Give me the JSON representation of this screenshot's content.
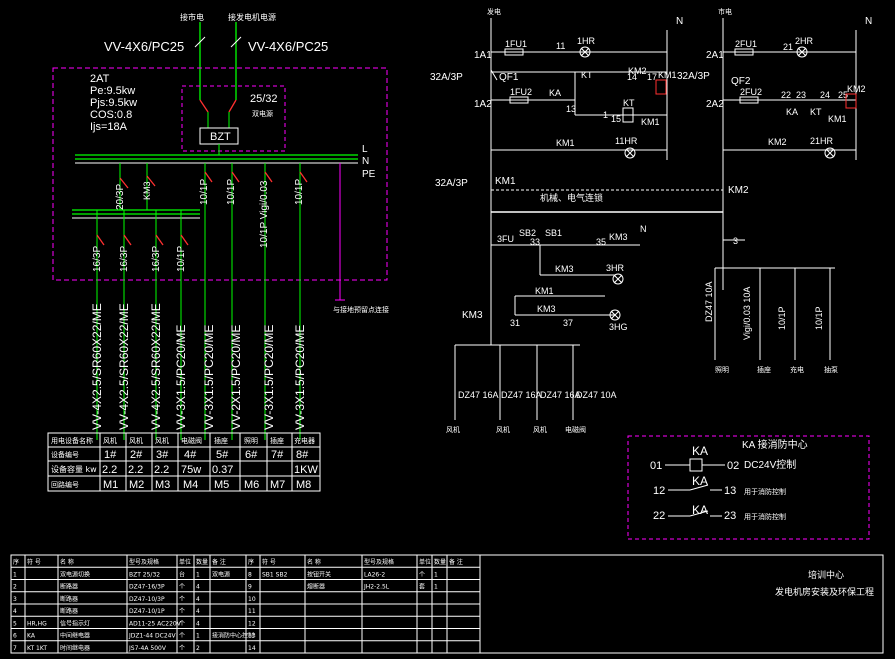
{
  "left_panel": {
    "cable_top_1": "VV-4X6/PC25",
    "cable_top_2": "VV-4X6/PC25",
    "src_label_1": "接市电",
    "src_label_2": "接发电机电源",
    "cabinet_name": "2AT",
    "pe": "Pe:9.5kw",
    "pjs": "Pjs:9.5kw",
    "cos": "COS:0.8",
    "ijs": "Ijs=18A",
    "ats_rating": "25/32",
    "ats_note": "双电源",
    "bzt": "BZT",
    "bus_labels": [
      "L",
      "N",
      "PE"
    ],
    "main_breaker": "20/3P",
    "km3": "KM3",
    "mid_breakers": [
      "10/1P",
      "10/1P",
      "10/1P Vigi/0.03",
      "10/1P"
    ],
    "low_breakers": [
      "16/3P",
      "16/3P",
      "16/3P",
      "10/1P"
    ],
    "ground_note": "与接地预留点连接",
    "cables": [
      "VV-4X2.5/SR60X22/ME",
      "VV-4X2.5/SR60X22/ME",
      "VV-4X2.5/SR60X22/ME",
      "VV-3X1.5/PC20/ME",
      "VV-3X1.5/PC20/ME",
      "VV-2X1.5/PC20/ME",
      "VV-3X1.5/PC20/ME",
      "VV-3X1.5/PC20/ME"
    ],
    "table": {
      "row_headers": [
        "用电设备名称",
        "设备编号",
        "设备容量 kw",
        "回路编号"
      ],
      "names": [
        "风机",
        "风机",
        "风机",
        "电磁阀",
        "插座",
        "照明",
        "插座",
        "充电器"
      ],
      "ids": [
        "1#",
        "2#",
        "3#",
        "4#",
        "5#",
        "6#",
        "7#",
        "8#"
      ],
      "capacity": [
        "2.2",
        "2.2",
        "2.2",
        "75w",
        "0.37",
        "",
        "",
        "1KW"
      ],
      "circuits": [
        "M1",
        "M2",
        "M3",
        "M4",
        "M5",
        "M6",
        "M7",
        "M8"
      ]
    }
  },
  "right_panel": {
    "src_1": "发电",
    "src_2": "市电",
    "n": "N",
    "labels_left": [
      "1A1",
      "1A2",
      "32A/3P",
      "QF1"
    ],
    "labels_right": [
      "2A1",
      "2A2",
      "32A/3P",
      "QF2"
    ],
    "fu": [
      "1FU1",
      "1FU2",
      "2FU1",
      "2FU2"
    ],
    "hr": [
      "1HR",
      "2HR",
      "11HR",
      "21HR",
      "3HR"
    ],
    "km": [
      "KM1",
      "KM2",
      "KM3"
    ],
    "kt": "KT",
    "ka": "KA",
    "nums_left": [
      "11",
      "13",
      "14",
      "17",
      "1",
      "15"
    ],
    "nums_right": [
      "21",
      "22",
      "23",
      "24",
      "25"
    ],
    "breaker_32": "32A/3P",
    "interlock": "机械、电气连锁",
    "ctrl": [
      "3FU",
      "SB2",
      "SB1",
      "33",
      "35",
      "31",
      "37",
      "3HG"
    ],
    "motors": [
      "DZ47 16A",
      "DZ47 16A",
      "DZ47 16A",
      "DZ47 10A"
    ],
    "motor_labels": [
      "风机",
      "风机",
      "风机",
      "电磁阀"
    ],
    "aux": [
      "DZ47 10A",
      "Vigi/0.03 10A",
      "10/1P",
      "10/1P"
    ],
    "aux_labels": [
      "照明",
      "插座",
      "充电",
      "抽泵"
    ],
    "ka_box": {
      "title": "KA 接消防中心",
      "line1_left": "01",
      "line1_right": "02",
      "line1_note": "DC24V控制",
      "line2_left": "12",
      "line2_right": "13",
      "line2_note": "用于消防控制",
      "line3_left": "22",
      "line3_right": "23",
      "line3_note": "用于消防控制",
      "coil": "KA"
    }
  },
  "bom": {
    "headers": [
      "序",
      "符 号",
      "名 称",
      "型号及规格",
      "单位",
      "数量",
      "备 注"
    ],
    "headers2": [
      "序",
      "符 号",
      "名 称",
      "型号及规格",
      "单位",
      "数量",
      "备 注"
    ],
    "rows": [
      [
        "1",
        "",
        "双电源切换",
        "BZT  25/32",
        "台",
        "1",
        "双电源"
      ],
      [
        "2",
        "",
        "断路器",
        "DZ47-16/3P",
        "个",
        "4",
        ""
      ],
      [
        "3",
        "",
        "断路器",
        "DZ47-10/3P",
        "个",
        "4",
        ""
      ],
      [
        "4",
        "",
        "断路器",
        "DZ47-10/1P",
        "个",
        "4",
        ""
      ],
      [
        "5",
        "HR,HG",
        "信号指示灯",
        "AD11-25 AC220V",
        "个",
        "4",
        ""
      ],
      [
        "6",
        "KA",
        "中间继电器",
        "JDZ1-44 DC24V",
        "个",
        "1",
        "接消防中心控制"
      ],
      [
        "7",
        "KT 1KT",
        "时间继电器",
        "JS7-4A 500V",
        "个",
        "2",
        ""
      ]
    ],
    "rows2": [
      [
        "8",
        "SB1 SB2",
        "按钮开关",
        "LA26-2",
        "个",
        "1",
        ""
      ],
      [
        "9",
        "",
        "熔断器",
        "JH2-2.5L",
        "套",
        "1",
        ""
      ],
      [
        "10",
        "",
        "",
        "",
        "",
        "",
        ""
      ],
      [
        "11",
        "",
        "",
        "",
        "",
        "",
        ""
      ],
      [
        "12",
        "",
        "",
        "",
        "",
        "",
        ""
      ],
      [
        "13",
        "",
        "",
        "",
        "",
        "",
        ""
      ],
      [
        "14",
        "",
        "",
        "",
        "",
        "",
        ""
      ]
    ],
    "title_1": "培训中心",
    "title_2": "发电机房安装及环保工程"
  }
}
